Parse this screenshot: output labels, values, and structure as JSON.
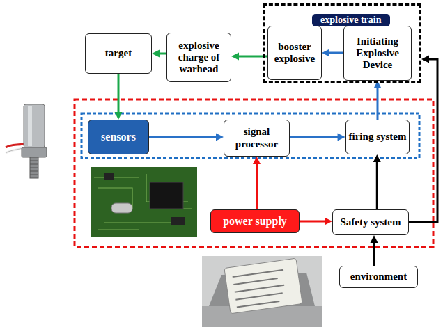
{
  "diagram": {
    "nodes": [
      {
        "text": [
          "target"
        ]
      },
      {
        "text": [
          "explosive charge of warhead"
        ]
      },
      {
        "text": [
          "explosive train"
        ]
      },
      {
        "text": [
          "booster explosive"
        ],
        "in": 2
      },
      {
        "text": [
          "Initiating Explosive Device"
        ],
        "in": 2
      },
      {
        "text": [
          "sensors"
        ]
      },
      {
        "text": [
          "signal processor"
        ]
      },
      {
        "text": [
          "firing system"
        ]
      },
      {
        "text": [
          "power supply"
        ]
      },
      {
        "text": [
          "Safety system"
        ]
      },
      {
        "text": [
          "environment"
        ]
      }
    ],
    "edges": [
      {
        "from": 4,
        "to": 3,
        "arrow": "to"
      },
      {
        "from": 3,
        "to": 1,
        "arrow": "to"
      },
      {
        "from": 1,
        "to": 0,
        "arrow": "to"
      },
      {
        "from": 0,
        "to": 5,
        "arrow": "to"
      },
      {
        "from": 5,
        "to": 6,
        "arrow": "to"
      },
      {
        "from": 6,
        "to": 7,
        "arrow": "to"
      },
      {
        "from": 7,
        "to": 4,
        "arrow": "to"
      },
      {
        "from": 8,
        "to": 6,
        "arrow": "to"
      },
      {
        "from": 8,
        "to": 9,
        "arrow": "to"
      },
      {
        "from": 9,
        "to": 7,
        "arrow": "to"
      },
      {
        "from": 9,
        "to": 2,
        "arrow": "to"
      },
      {
        "from": 10,
        "to": 9,
        "arrow": "to"
      }
    ]
  }
}
